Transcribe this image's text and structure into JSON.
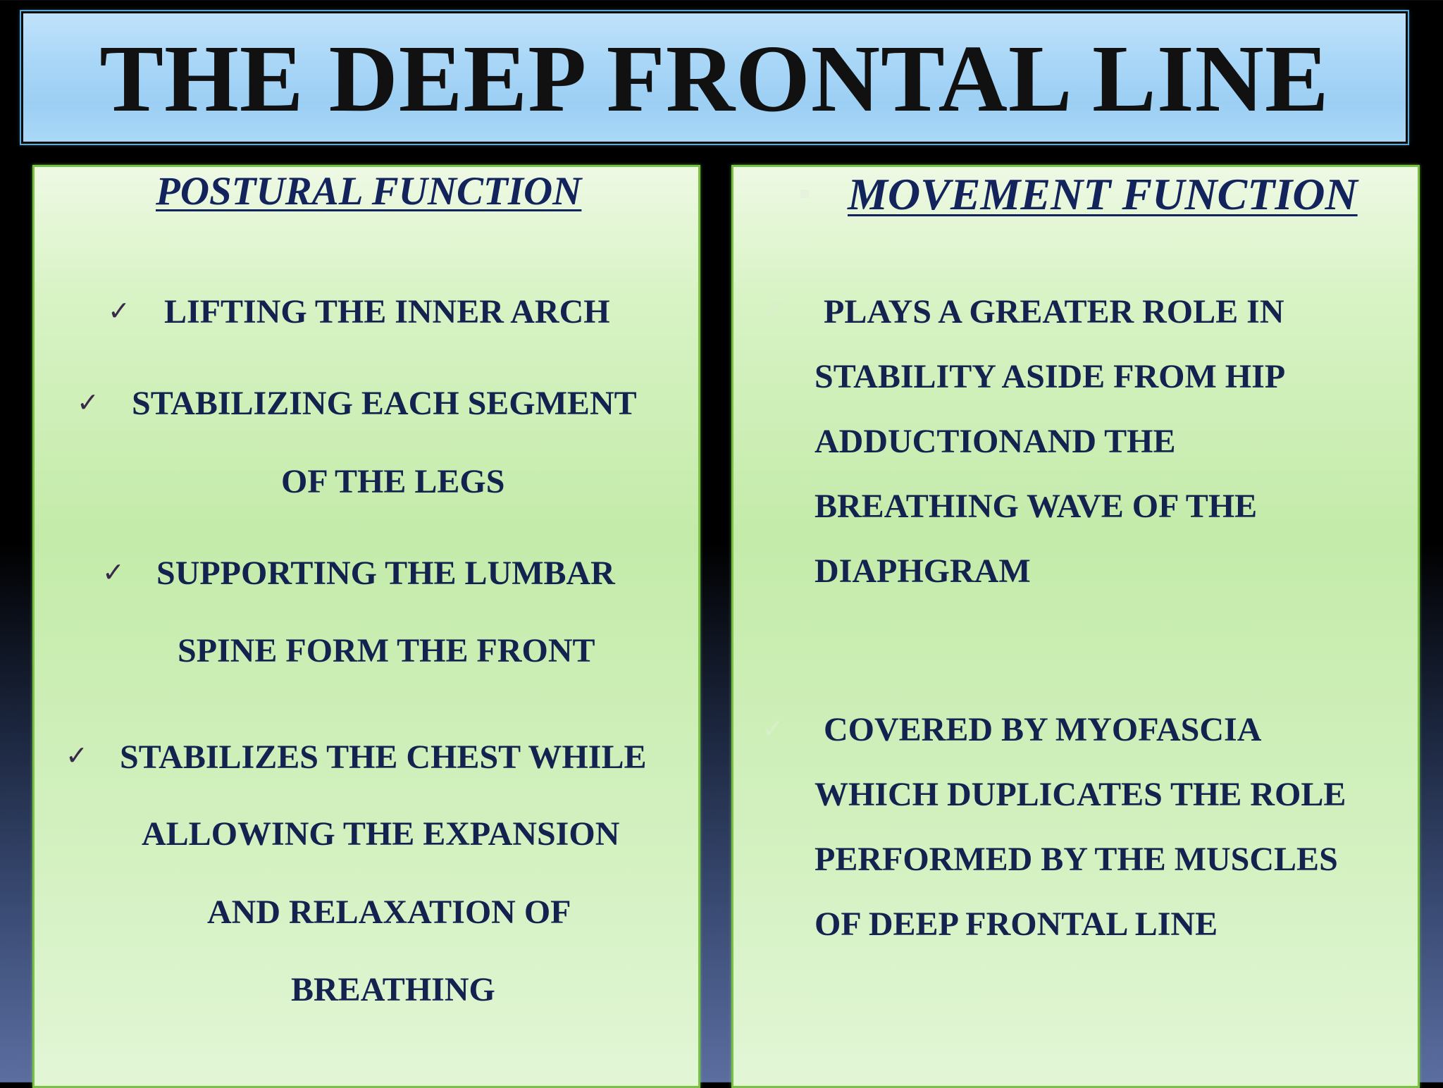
{
  "title": "THE DEEP FRONTAL LINE",
  "left_panel": {
    "heading": "POSTURAL  FUNCTION",
    "items": [
      {
        "lines": [
          "LIFTING THE INNER ARCH"
        ]
      },
      {
        "lines": [
          "STABILIZING EACH SEGMENT",
          "OF THE LEGS"
        ]
      },
      {
        "lines": [
          "SUPPORTING THE LUMBAR",
          "SPINE FORM THE FRONT"
        ]
      },
      {
        "lines": [
          "STABILIZES THE CHEST WHILE",
          "ALLOWING  THE EXPANSION",
          "AND RELAXATION OF",
          "BREATHING"
        ]
      }
    ]
  },
  "right_panel": {
    "heading": "MOVEMENT FUNCTION",
    "items": [
      {
        "lines": [
          "PLAYS A GREATER ROLE IN",
          "STABILITY ASIDE FROM HIP",
          "ADDUCTIONAND THE",
          "BREATHING WAVE OF THE",
          "DIAPHGRAM"
        ]
      },
      {
        "lines": [
          "COVERED BY MYOFASCIA",
          "WHICH DUPLICATES THE ROLE",
          "PERFORMED BY THE MUSCLES",
          "OF DEEP FRONTAL LINE"
        ]
      }
    ]
  },
  "icons": {
    "check": "✓"
  },
  "colors": {
    "title_bg": "#a8d6f7",
    "panel_bg": "#c4ebaa",
    "text": "#142250"
  }
}
